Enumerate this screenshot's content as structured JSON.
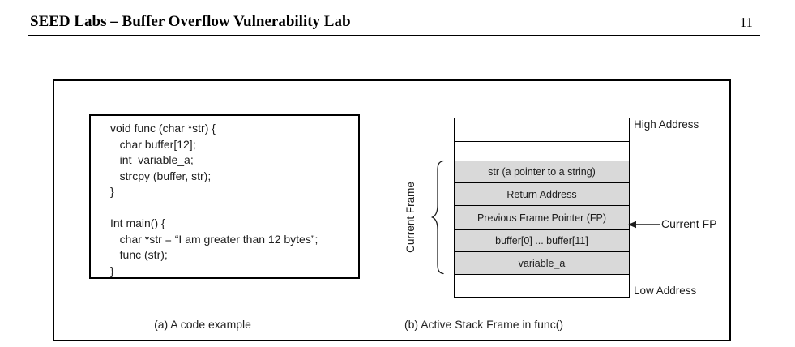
{
  "header": {
    "title": "SEED Labs – Buffer Overflow Vulnerability Lab",
    "page_number": "11"
  },
  "figure": {
    "code_example": {
      "lines": [
        "void func (char *str) {",
        "   char buffer[12];",
        "   int  variable_a;",
        "   strcpy (buffer, str);",
        "}",
        "",
        "Int main() {",
        "   char *str = “I am greater than 12 bytes”;",
        "   func (str);",
        "}"
      ],
      "caption": "(a) A code example"
    },
    "stack_diagram": {
      "high_address_label": "High Address",
      "low_address_label": "Low Address",
      "current_frame_label": "Current Frame",
      "current_fp_label": "Current FP",
      "rows": [
        {
          "label": "",
          "shaded": false
        },
        {
          "label": "",
          "shaded": false
        },
        {
          "label": "str (a pointer to a string)",
          "shaded": true
        },
        {
          "label": "Return Address",
          "shaded": true
        },
        {
          "label": "Previous Frame Pointer (FP)",
          "shaded": true
        },
        {
          "label": "buffer[0] ... buffer[11]",
          "shaded": true
        },
        {
          "label": "variable_a",
          "shaded": true
        },
        {
          "label": "",
          "shaded": false
        }
      ],
      "caption": "(b) Active Stack Frame in func()"
    },
    "colors": {
      "shaded_row_fill": "#d9d9d9",
      "border": "#000000"
    }
  }
}
